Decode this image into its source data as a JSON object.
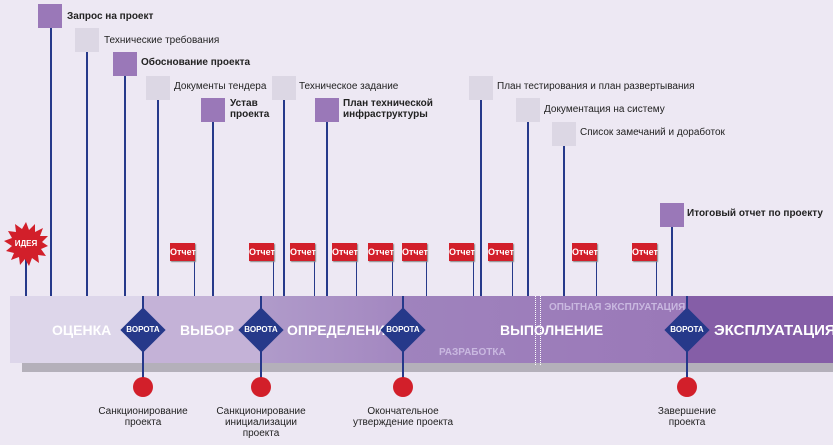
{
  "idea": "ИДЕЯ",
  "documents": [
    {
      "label": "Запрос на проект",
      "bold": true
    },
    {
      "label": "Технические требования",
      "bold": false
    },
    {
      "label": "Обоснование проекта",
      "bold": true
    },
    {
      "label": "Документы тендера",
      "bold": false
    },
    {
      "label": "Устав проекта",
      "bold": true
    },
    {
      "label": "Техническое задание",
      "bold": false
    },
    {
      "label": "План технической инфраструктуры",
      "bold": true
    },
    {
      "label": "План тестирования и план развертывания",
      "bold": false
    },
    {
      "label": "Документация на систему",
      "bold": false
    },
    {
      "label": "Список замечаний и доработок",
      "bold": false
    },
    {
      "label": "Итоговый отчет по проекту",
      "bold": true
    }
  ],
  "report_label": "Отчет",
  "phases": [
    "ОЦЕНКА",
    "ВЫБОР",
    "ОПРЕДЕЛЕНИЕ",
    "ВЫПОЛНЕНИЕ",
    "ЭКСПЛУАТАЦИЯ"
  ],
  "subphases": {
    "dev": "РАЗРАБОТКА",
    "pilot": "ОПЫТНАЯ ЭКСПЛУАТАЦИЯ"
  },
  "gate_label": "ВОРОТА",
  "milestones": [
    "Санкционирование проекта",
    "Санкционирование инициализации проекта",
    "Окончательное утверждение проекта",
    "Завершение проекта"
  ],
  "colors": {
    "gate": "#26398a",
    "red": "#d21f2a",
    "doc_dark": "#9a78b8",
    "doc_light": "#dcd7e4"
  }
}
